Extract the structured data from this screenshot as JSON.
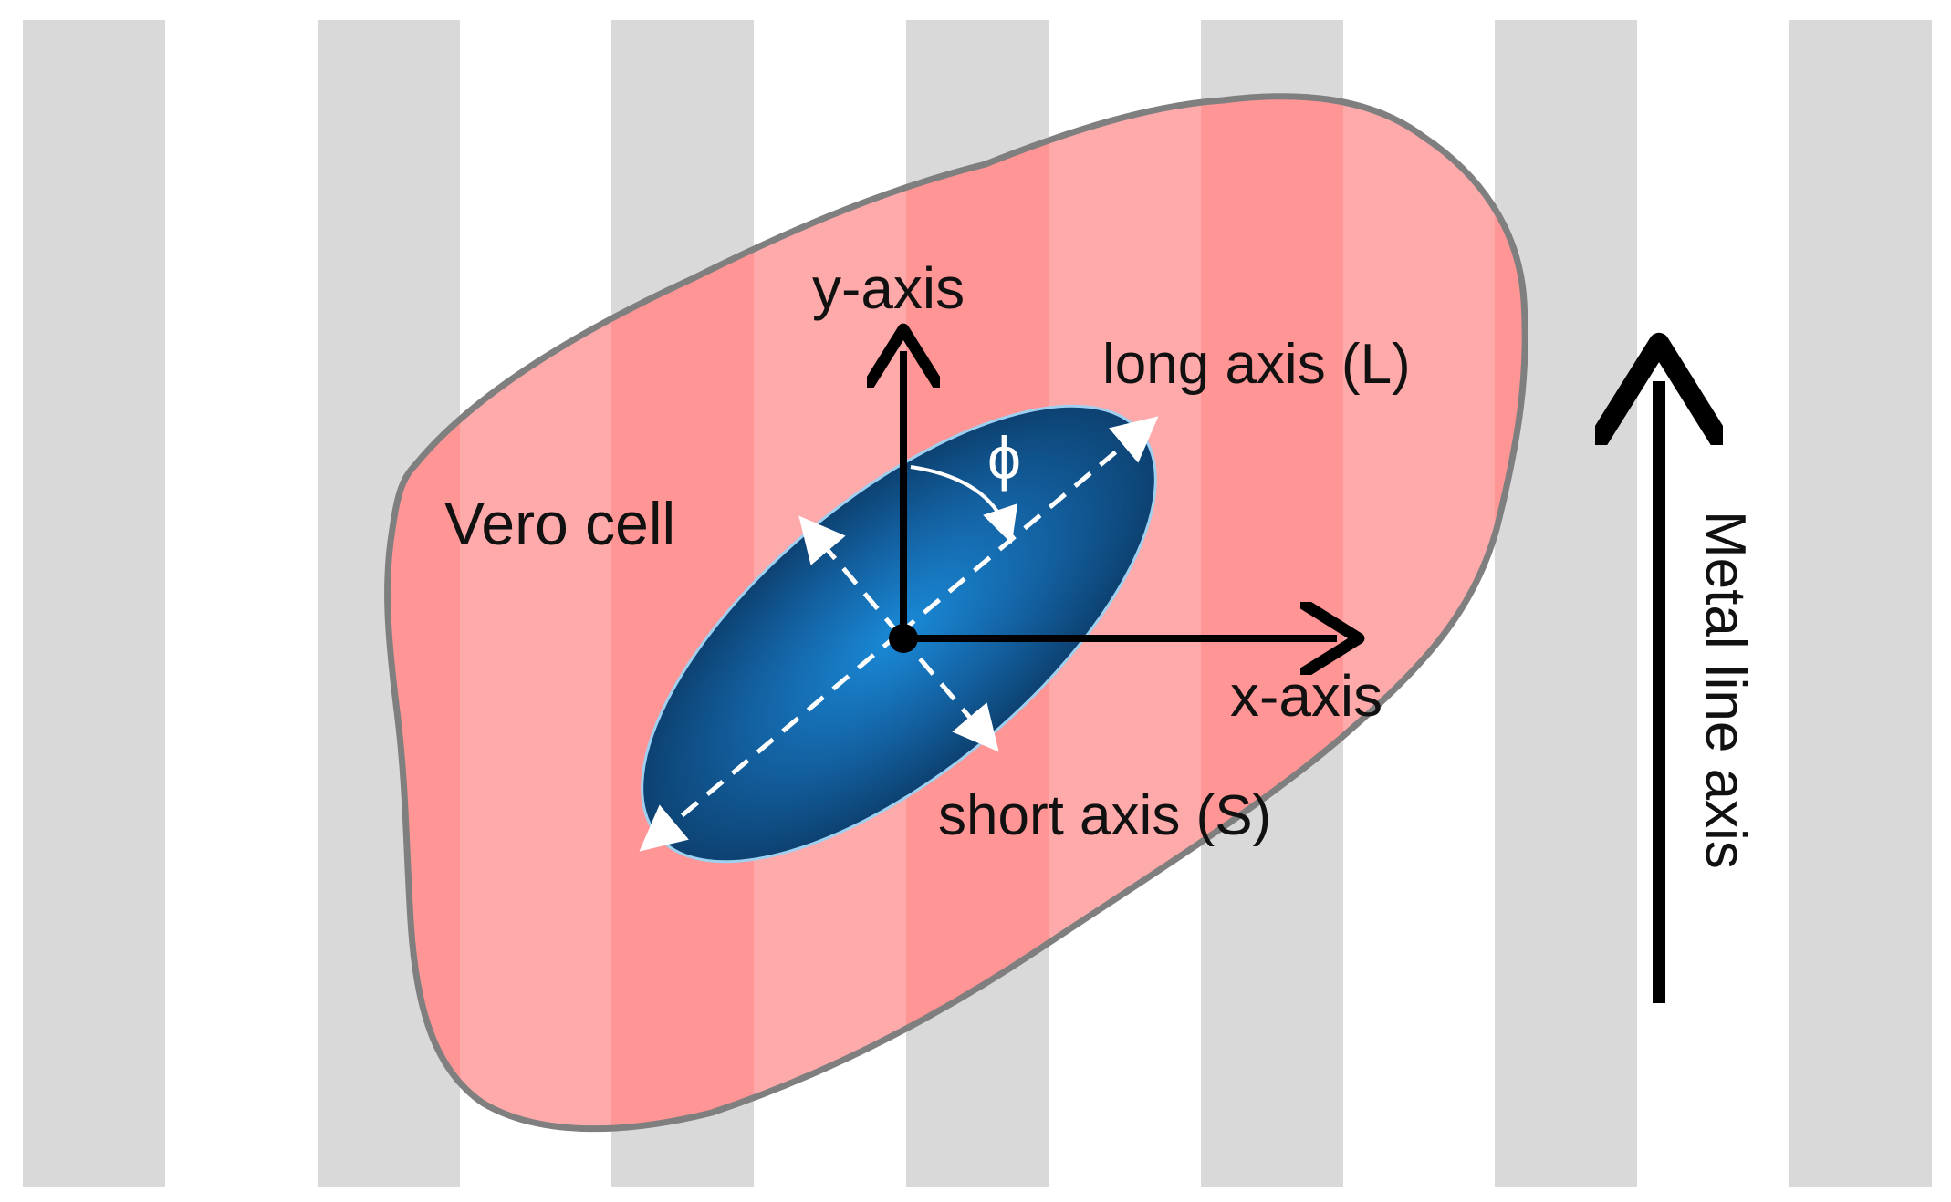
{
  "labels": {
    "y_axis": "y-axis",
    "x_axis": "x-axis",
    "long_axis": "long axis (L)",
    "short_axis": "short axis (S)",
    "cell": "Vero cell",
    "angle": "ϕ",
    "metal_axis": "Metal line axis"
  },
  "colors": {
    "background": "#ffffff",
    "metal_line": "#d9d9d9",
    "cell_fill": "#ffaaaa",
    "cell_outline": "#7f7f7f",
    "nucleus_outer": "#0b3a66",
    "nucleus_inner": "#1a8ad8",
    "axis_arrow": "#000000",
    "nucleus_axes": "#ffffff"
  },
  "metal_lines": {
    "count": 7
  }
}
